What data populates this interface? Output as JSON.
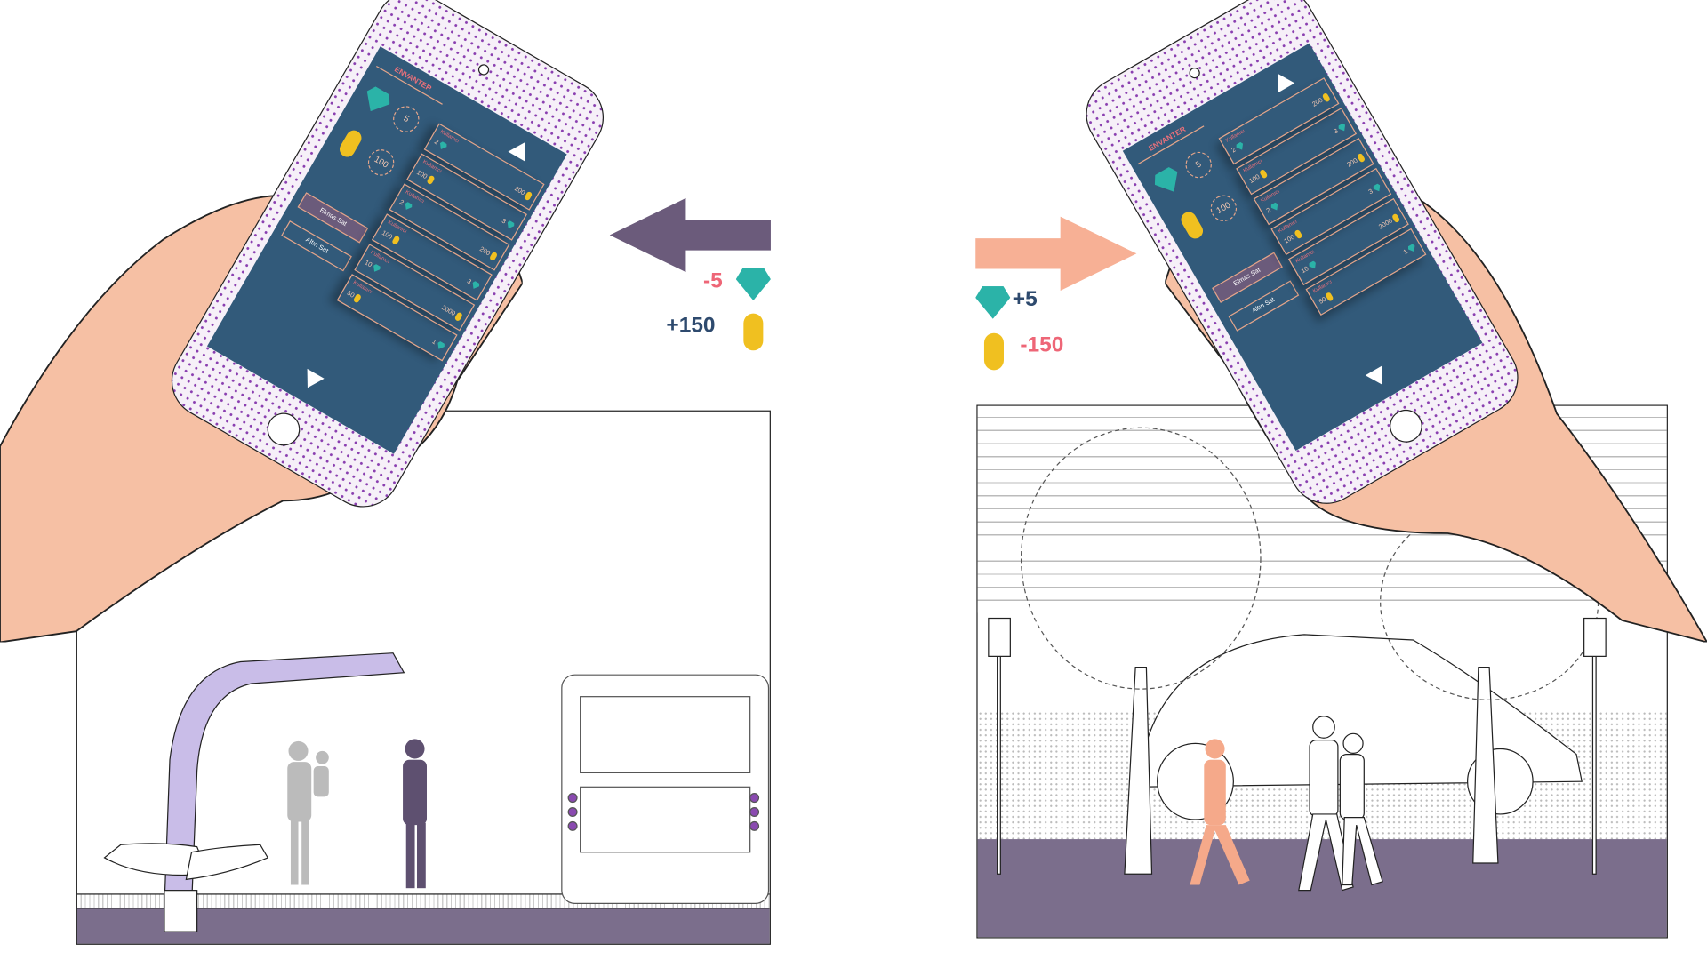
{
  "colors": {
    "screen": "#325a7a",
    "arrow_left": "#6b5b7b",
    "arrow_right": "#f7b095",
    "gem": "#2bb3a8",
    "coin": "#f0c020",
    "negative": "#ee6677",
    "positive": "#2e4a6e",
    "ground": "#7b6e8c"
  },
  "phone": {
    "inventory_title": "ENVANTER",
    "gem_count": "5",
    "coin_count": "100",
    "sell_gem_button": "Elmas Sat",
    "sell_coin_button": "Altın Sat",
    "offers": [
      {
        "user": "Kullanıcı",
        "give": "2",
        "give_type": "gem",
        "get": "200",
        "get_type": "coin"
      },
      {
        "user": "Kullanıcı",
        "give": "100",
        "give_type": "coin",
        "get": "3",
        "get_type": "gem"
      },
      {
        "user": "Kullanıcı",
        "give": "2",
        "give_type": "gem",
        "get": "200",
        "get_type": "coin"
      },
      {
        "user": "Kullanıcı",
        "give": "100",
        "give_type": "coin",
        "get": "3",
        "get_type": "gem"
      },
      {
        "user": "Kullanıcı",
        "give": "10",
        "give_type": "gem",
        "get": "2000",
        "get_type": "coin"
      },
      {
        "user": "Kullanıcı",
        "give": "50",
        "give_type": "coin",
        "get": "1",
        "get_type": "gem"
      }
    ]
  },
  "left_exchange": {
    "gem_delta": "-5",
    "coin_delta": "+150"
  },
  "right_exchange": {
    "gem_delta": "+5",
    "coin_delta": "-150"
  }
}
